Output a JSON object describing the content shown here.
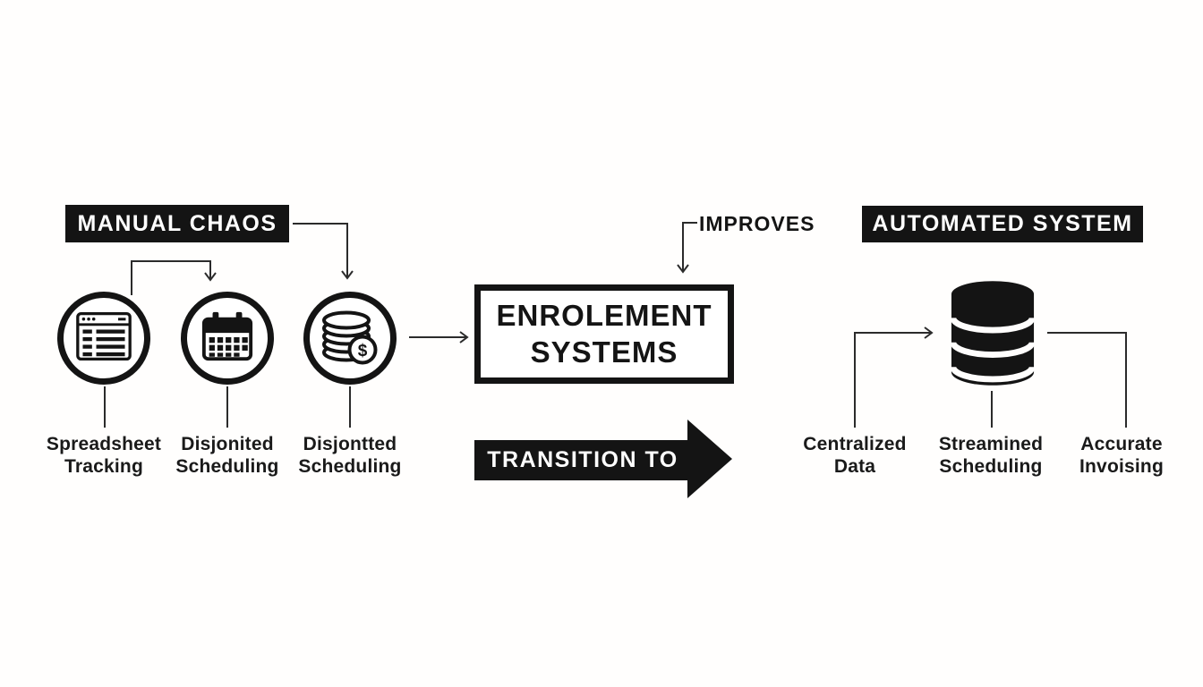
{
  "palette": {
    "ink": "#141414",
    "paper": "#ffffff"
  },
  "left_section": {
    "title": "MANUAL CHAOS",
    "items": [
      {
        "icon": "browser-window-icon",
        "label": "Spreadsheet Tracking"
      },
      {
        "icon": "calendar-icon",
        "label": "Disjonited Scheduling"
      },
      {
        "icon": "coins-dollar-icon",
        "label": "Disjontted Scheduling"
      }
    ]
  },
  "center": {
    "box_label": "ENROLEMENT SYSTEMS",
    "improves_label": "IMPROVES",
    "transition_label": "TRANSITION TO"
  },
  "right_section": {
    "title": "AUTOMATED SYSTEM",
    "icon": "database-icon",
    "items": [
      {
        "label": "Centralized Data"
      },
      {
        "label": "Streamined Scheduling"
      },
      {
        "label": "Accurate Invoising"
      }
    ]
  }
}
